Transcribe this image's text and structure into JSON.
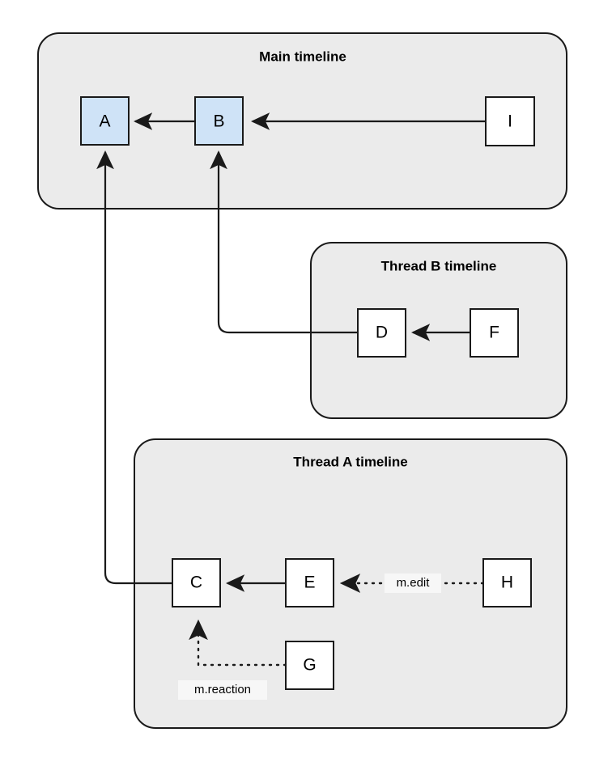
{
  "diagram": {
    "background": "#ffffff",
    "group_fill": "#ebebeb",
    "group_stroke": "#1a1a1a",
    "node_fill_highlight": "#cfe3f7",
    "node_fill_plain": "#ffffff",
    "node_stroke": "#1a1a1a",
    "edge_stroke": "#1a1a1a",
    "label_halo": "#f7f7f7"
  },
  "groups": [
    {
      "id": "main",
      "title": "Main timeline"
    },
    {
      "id": "thread_b",
      "title": "Thread B timeline"
    },
    {
      "id": "thread_a",
      "title": "Thread A timeline"
    }
  ],
  "nodes": [
    {
      "id": "A",
      "label": "A",
      "group": "main",
      "highlighted": true
    },
    {
      "id": "B",
      "label": "B",
      "group": "main",
      "highlighted": true
    },
    {
      "id": "I",
      "label": "I",
      "group": "main",
      "highlighted": false
    },
    {
      "id": "D",
      "label": "D",
      "group": "thread_b",
      "highlighted": false
    },
    {
      "id": "F",
      "label": "F",
      "group": "thread_b",
      "highlighted": false
    },
    {
      "id": "C",
      "label": "C",
      "group": "thread_a",
      "highlighted": false
    },
    {
      "id": "E",
      "label": "E",
      "group": "thread_a",
      "highlighted": false
    },
    {
      "id": "H",
      "label": "H",
      "group": "thread_a",
      "highlighted": false
    },
    {
      "id": "G",
      "label": "G",
      "group": "thread_a",
      "highlighted": false
    }
  ],
  "edges": [
    {
      "id": "b-a",
      "from": "B",
      "to": "A",
      "style": "solid",
      "label": ""
    },
    {
      "id": "i-b",
      "from": "I",
      "to": "B",
      "style": "solid",
      "label": ""
    },
    {
      "id": "f-d",
      "from": "F",
      "to": "D",
      "style": "solid",
      "label": ""
    },
    {
      "id": "d-b",
      "from": "D",
      "to": "B",
      "style": "solid",
      "label": ""
    },
    {
      "id": "c-a",
      "from": "C",
      "to": "A",
      "style": "solid",
      "label": ""
    },
    {
      "id": "e-c",
      "from": "E",
      "to": "C",
      "style": "solid",
      "label": ""
    },
    {
      "id": "h-e",
      "from": "H",
      "to": "E",
      "style": "dotted",
      "label": "m.edit"
    },
    {
      "id": "g-c",
      "from": "G",
      "to": "C",
      "style": "dotted",
      "label": "m.reaction"
    }
  ],
  "edge_labels": {
    "m_edit": "m.edit",
    "m_reaction": "m.reaction"
  }
}
